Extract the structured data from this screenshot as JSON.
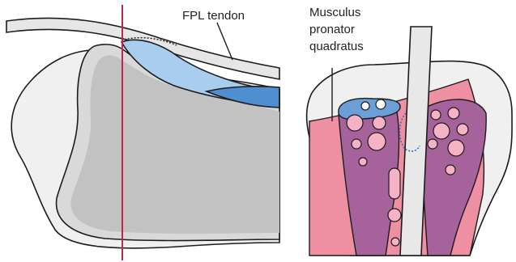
{
  "left_panel": {
    "tendon_label": "FPL tendon"
  },
  "right_panel": {
    "muscle_label_lines": [
      "Musculus",
      "pronator",
      "quadratus"
    ]
  },
  "colors": {
    "bone_outer": "#f0f0f0",
    "bone_cortex": "#d9d9d9",
    "bone_inner": "#c2c2c2",
    "tendon_light": "#a9cdee",
    "tendon_dark": "#4f8fd0",
    "cut_line": "#c0264b",
    "muscle_pink": "#ee8fa2",
    "marrow_purple": "#a6629a",
    "pore_pink": "#f6b3c6",
    "outline": "#1c1c1c"
  }
}
